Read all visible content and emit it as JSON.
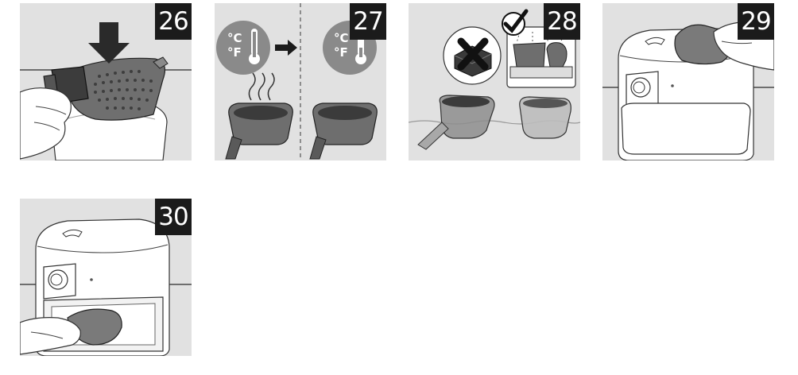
{
  "steps": [
    {
      "number": "26",
      "illustration": "basket-mesh-insert-push-down"
    },
    {
      "number": "27",
      "illustration": "let-basket-cool-down"
    },
    {
      "number": "28",
      "illustration": "no-abrasive-sponge-dishwasher-safe"
    },
    {
      "number": "29",
      "illustration": "wipe-outside-with-cloth"
    },
    {
      "number": "30",
      "illustration": "wipe-inside-with-cloth"
    }
  ],
  "temperature_units": {
    "celsius": "°C",
    "fahrenheit": "°F"
  },
  "colors": {
    "panel_background": "#e1e1e1",
    "step_badge": "#1b1b1b",
    "icon_circle": "#8a8a8a",
    "basket": "#6e6e6e",
    "cloth": "#7a7a7a"
  }
}
